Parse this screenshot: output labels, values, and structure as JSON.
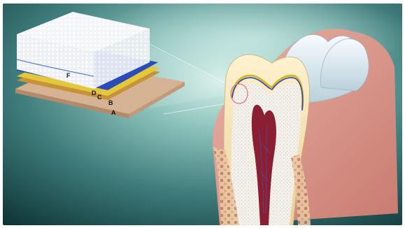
{
  "diagram": {
    "layer_labels": [
      {
        "id": "A",
        "text": "A"
      },
      {
        "id": "B",
        "text": "B"
      },
      {
        "id": "C",
        "text": "C"
      },
      {
        "id": "D",
        "text": "D"
      },
      {
        "id": "F",
        "text": "F"
      }
    ]
  },
  "colors": {
    "background_dark": "#0f3a3c",
    "background_light": "#bfe6de",
    "enamel": "#f3e2b8",
    "gum": "#dc9f95",
    "pulp": "#8a1f34",
    "dentin_blue": "#2a4bb8",
    "dentin_yellow": "#d9b62a",
    "highlight_ring": "#e07890"
  }
}
